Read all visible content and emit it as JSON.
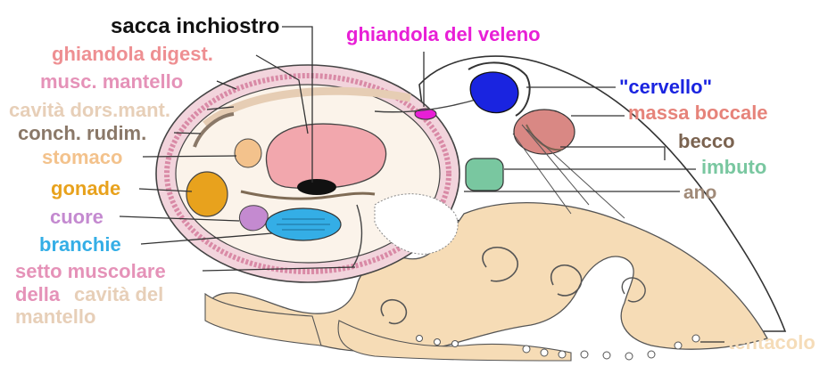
{
  "labels": {
    "sacca_inchiostro": "sacca inchiostro",
    "ghiandola_digest": "ghiandola digest.",
    "musc_mantello": "musc. mantello",
    "cavita_dors_mant": "cavità dors.mant.",
    "conch_rudim": "conch. rudim.",
    "stomaco": "stomaco",
    "gonade": "gonade",
    "cuore": "cuore",
    "branchie": "branchie",
    "setto_muscolare": "setto muscolare",
    "della": "della",
    "cavita_del": "cavità del",
    "mantello": "mantello",
    "ghiandola_veleno": "ghiandola del veleno",
    "cervello": "\"cervello\"",
    "massa_boccale": "massa boccale",
    "becco": "becco",
    "imbuto": "imbuto",
    "ano": "ano",
    "tentacolo": "tentacolo"
  },
  "colors": {
    "black": "#111111",
    "pink_digest": "#ee8f92",
    "pink_mantello": "#e592b8",
    "beige_cavita": "#e7cfb8",
    "grey_brown": "#8a7868",
    "peach_stomaco": "#f3c28c",
    "orange_gonade": "#e8a21d",
    "purple_cuore": "#c48ad0",
    "blue_branchie": "#34aee6",
    "magenta_veleno": "#e81fd6",
    "blue_cervello": "#1a24e0",
    "salmon_massa": "#e6837a",
    "brown_becco": "#7b6350",
    "green_imbuto": "#79c7a0",
    "tan_ano": "#a08a78",
    "beige_tentacolo": "#f5dcb8"
  }
}
